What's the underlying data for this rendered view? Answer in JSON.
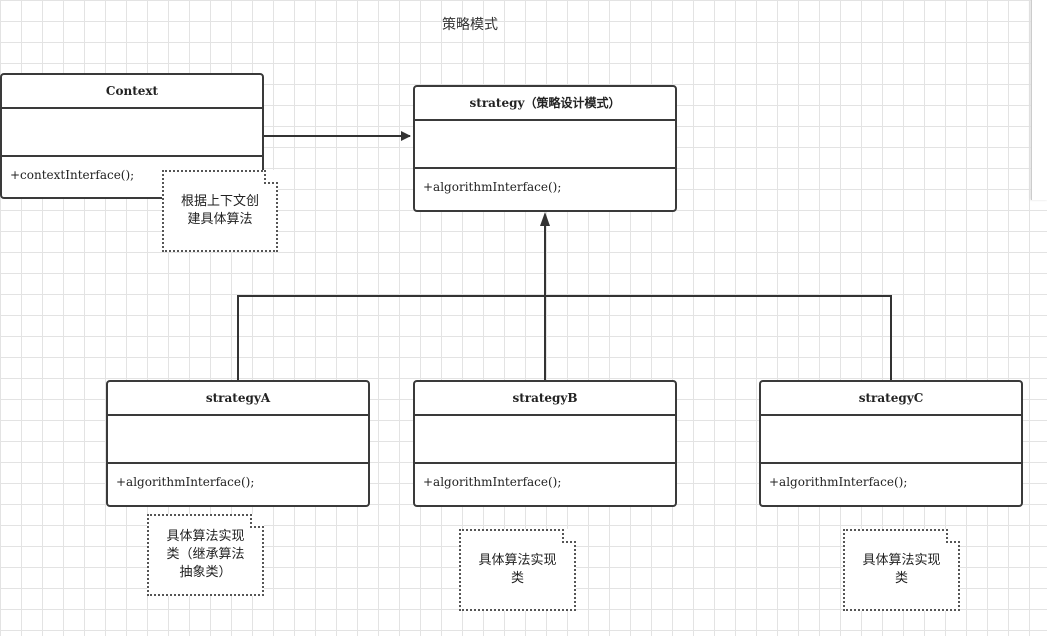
{
  "title": "策略模式",
  "classes": {
    "context": {
      "name": "Context",
      "operation": "+contextInterface();"
    },
    "strategy": {
      "name": "strategy（策略设计模式）",
      "operation": "+algorithmInterface();"
    },
    "strategyA": {
      "name": "strategyA",
      "operation": "+algorithmInterface();"
    },
    "strategyB": {
      "name": "strategyB",
      "operation": "+algorithmInterface();"
    },
    "strategyC": {
      "name": "strategyC",
      "operation": "+algorithmInterface();"
    }
  },
  "notes": {
    "context": "根据上下文创\n建具体算法",
    "a": "具体算法实现\n类（继承算法\n抽象类）",
    "b": "具体算法实现\n类",
    "c": "具体算法实现\n类"
  }
}
